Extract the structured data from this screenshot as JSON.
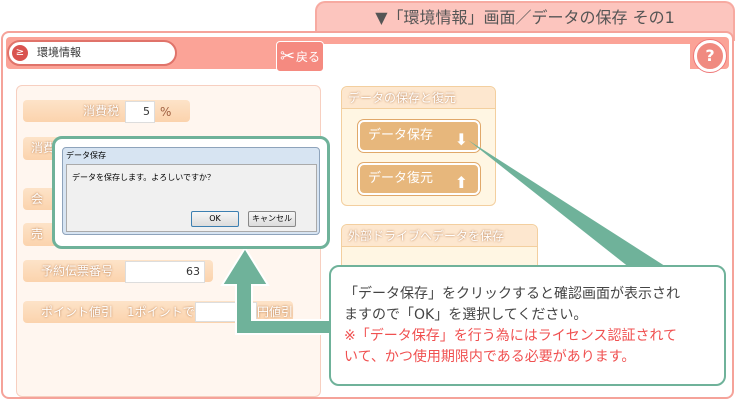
{
  "banner": {
    "title": "▼「環境情報」画面／データの保存 その1"
  },
  "header": {
    "screen_name": "環境情報",
    "back_label": "戻る",
    "help_label": "?"
  },
  "settings": {
    "tax_label": "消費税",
    "tax_value": "5",
    "tax_unit": "%",
    "row2_label": "消費",
    "row3_label": "会",
    "row4_label": "売",
    "reservation_label": "予約伝票番号",
    "reservation_value": "63",
    "point_label": "ポイント値引",
    "point_sub": "1ポイントで",
    "point_value": "",
    "point_unit": "円値引"
  },
  "dialog": {
    "title": "データ保存",
    "message": "データを保存します。よろしいですか？",
    "ok": "OK",
    "cancel": "キャンセル"
  },
  "data_box": {
    "title": "データの保存と復元",
    "save": "データ保存",
    "restore": "データ復元"
  },
  "external_box": {
    "title": "外部ドライブへデータを保存"
  },
  "callout": {
    "line1": "「データ保存」をクリックすると確認画面が表示され",
    "line2": "ますので「OK」を選択してください。",
    "note1": "※「データ保存」を行う為にはライセンス認証されて",
    "note2": "いて、かつ使用期限内である必要があります。"
  },
  "colors": {
    "accent_pink": "#fba397",
    "callout_green": "#6fb29a",
    "note_red": "#f05050"
  }
}
